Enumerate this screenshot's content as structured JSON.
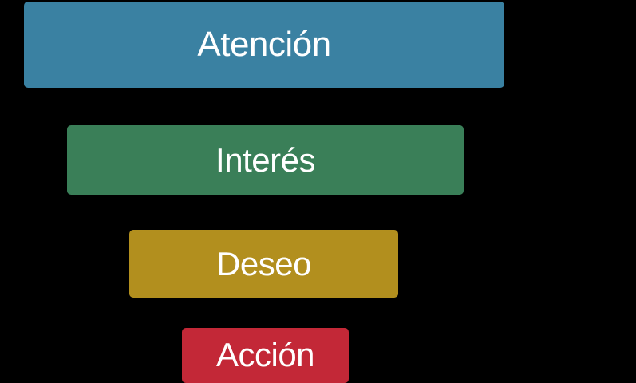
{
  "diagram": {
    "type": "funnel",
    "background": "#000000",
    "text_color": "#ffffff",
    "stages": [
      {
        "label": "Atención",
        "color": "#3A81A2"
      },
      {
        "label": "Interés",
        "color": "#3A7F58"
      },
      {
        "label": "Deseo",
        "color": "#B28F1E"
      },
      {
        "label": "Acción",
        "color": "#C32837"
      }
    ]
  }
}
